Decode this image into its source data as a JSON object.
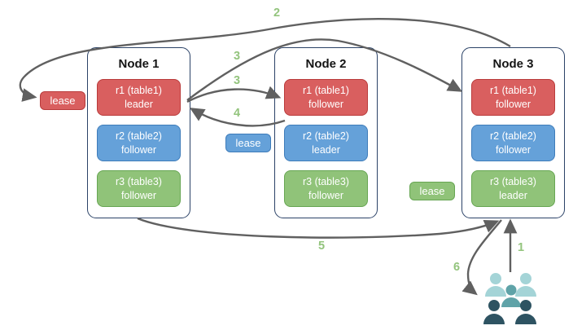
{
  "colors": {
    "arrow": "#606060",
    "step_label": "#93c47d",
    "node_border": "#2b4267",
    "red_fill": "#d95f5f",
    "red_border": "#b93b3b",
    "blue_fill": "#65a1d9",
    "blue_border": "#3e7cba",
    "green_fill": "#90c379",
    "green_border": "#67a653",
    "user_light": "#a4d4d7",
    "user_medium": "#5fa3a8",
    "user_dark": "#2e5362"
  },
  "nodes": [
    {
      "title": "Node 1",
      "replicas": [
        {
          "name": "r1 (table1)",
          "role": "leader",
          "color": "red"
        },
        {
          "name": "r2 (table2)",
          "role": "follower",
          "color": "blue"
        },
        {
          "name": "r3 (table3)",
          "role": "follower",
          "color": "green"
        }
      ]
    },
    {
      "title": "Node 2",
      "replicas": [
        {
          "name": "r1 (table1)",
          "role": "follower",
          "color": "red"
        },
        {
          "name": "r2 (table2)",
          "role": "leader",
          "color": "blue"
        },
        {
          "name": "r3 (table3)",
          "role": "follower",
          "color": "green"
        }
      ]
    },
    {
      "title": "Node 3",
      "replicas": [
        {
          "name": "r1 (table1)",
          "role": "follower",
          "color": "red"
        },
        {
          "name": "r2 (table2)",
          "role": "follower",
          "color": "blue"
        },
        {
          "name": "r3 (table3)",
          "role": "leader",
          "color": "green"
        }
      ]
    }
  ],
  "leases": [
    {
      "label": "lease",
      "color": "red"
    },
    {
      "label": "lease",
      "color": "blue"
    },
    {
      "label": "lease",
      "color": "green"
    }
  ],
  "steps": {
    "s1": "1",
    "s2": "2",
    "s3a": "3",
    "s3b": "3",
    "s4": "4",
    "s5": "5",
    "s6": "6"
  },
  "icons": {
    "users_group": "users-group-icon"
  }
}
